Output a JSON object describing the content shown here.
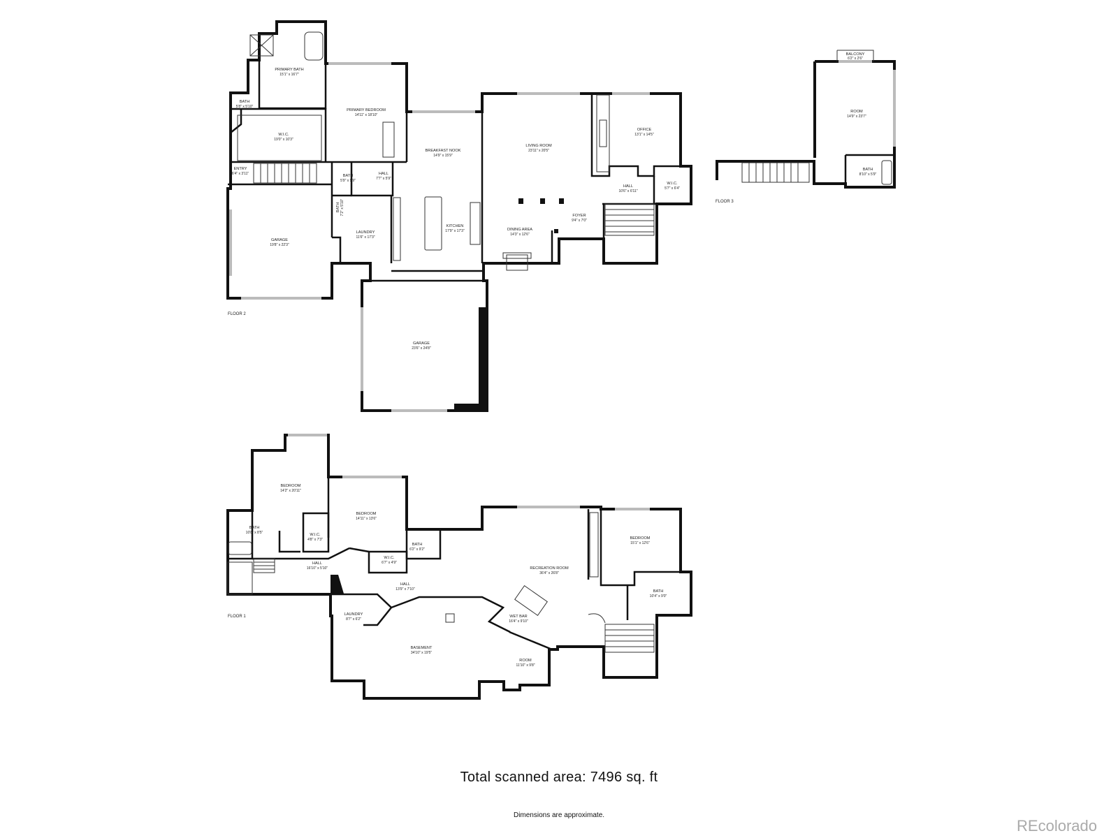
{
  "floors": [
    {
      "label": "FLOOR 2",
      "rooms": [
        {
          "name": "PRIMARY BATH",
          "dims": "15'1\" x 16'7\""
        },
        {
          "name": "BATH",
          "dims": "5'8\" x 5'10\""
        },
        {
          "name": "W.I.C.",
          "dims": "19'0\" x 10'3\""
        },
        {
          "name": "PRIMARY BEDROOM",
          "dims": "14'11\" x 18'10\""
        },
        {
          "name": "ENTRY",
          "dims": "6'4\" x 3'11\""
        },
        {
          "name": "BATH",
          "dims": "5'9\" x 9'9\""
        },
        {
          "name": "HALL",
          "dims": "7'7\" x 5'9\""
        },
        {
          "name": "BATH",
          "dims": "7'2\" x 5'10\""
        },
        {
          "name": "GARAGE",
          "dims": "19'8\" x 22'3\""
        },
        {
          "name": "LAUNDRY",
          "dims": "11'6\" x 17'3\""
        },
        {
          "name": "BREAKFAST NOOK",
          "dims": "14'9\" x 15'9\""
        },
        {
          "name": "KITCHEN",
          "dims": "17'9\" x 17'3\""
        },
        {
          "name": "LIVING ROOM",
          "dims": "23'11\" x 20'5\""
        },
        {
          "name": "DINING AREA",
          "dims": "14'3\" x 12'6\""
        },
        {
          "name": "FOYER",
          "dims": "9'4\" x 7'0\""
        },
        {
          "name": "OFFICE",
          "dims": "13'1\" x 14'5\""
        },
        {
          "name": "HALL",
          "dims": "10'6\" x 6'11\""
        },
        {
          "name": "W.I.C.",
          "dims": "5'7\" x 6'4\""
        },
        {
          "name": "GARAGE",
          "dims": "23'6\" x 24'8\""
        }
      ]
    },
    {
      "label": "FLOOR 3",
      "rooms": [
        {
          "name": "BALCONY",
          "dims": "6'2\" x 2'6\""
        },
        {
          "name": "ROOM",
          "dims": "14'9\" x 23'7\""
        },
        {
          "name": "BATH",
          "dims": "8'10\" x 5'9\""
        }
      ]
    },
    {
      "label": "FLOOR 1",
      "rooms": [
        {
          "name": "BEDROOM",
          "dims": "14'2\" x 20'11\""
        },
        {
          "name": "BEDROOM",
          "dims": "14'11\" x 13'6\""
        },
        {
          "name": "BATH",
          "dims": "10'8\" x 8'5\""
        },
        {
          "name": "W.I.C.",
          "dims": "4'8\" x 7'3\""
        },
        {
          "name": "BATH",
          "dims": "6'2\" x 9'2\""
        },
        {
          "name": "W.I.C.",
          "dims": "6'7\" x 4'9\""
        },
        {
          "name": "HALL",
          "dims": "16'10\" x 5'10\""
        },
        {
          "name": "HALL",
          "dims": "13'9\" x 7'10\""
        },
        {
          "name": "RECREATION ROOM",
          "dims": "36'4\" x 26'8\""
        },
        {
          "name": "BEDROOM",
          "dims": "15'1\" x 12'6\""
        },
        {
          "name": "BATH",
          "dims": "10'4\" x 9'0\""
        },
        {
          "name": "LAUNDRY",
          "dims": "8'7\" x 6'2\""
        },
        {
          "name": "WET BAR",
          "dims": "16'4\" x 9'10\""
        },
        {
          "name": "BASEMENT",
          "dims": "34'10\" x 19'5\""
        },
        {
          "name": "ROOM",
          "dims": "11'10\" x 9'8\""
        }
      ]
    }
  ],
  "footer": {
    "total_area": "Total scanned area: 7496 sq. ft",
    "disclaimer": "Dimensions are approximate.",
    "watermark": "REcolorado"
  }
}
